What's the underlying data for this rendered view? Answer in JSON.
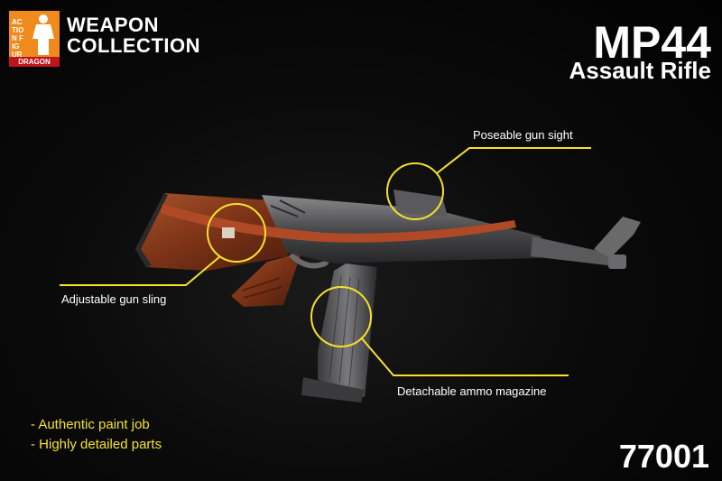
{
  "brand": {
    "badge_text": "ACTION FIGURE",
    "badge_sub": "DRAGON",
    "series_line1": "WEAPON",
    "series_line2": "COLLECTION"
  },
  "product": {
    "name": "MP44",
    "subtitle": "Assault Rifle",
    "code": "77001"
  },
  "callouts": {
    "gun_sight": "Poseable gun sight",
    "gun_sling": "Adjustable gun sling",
    "magazine": "Detachable ammo magazine"
  },
  "features": [
    "- Authentic paint job",
    "- Highly detailed parts"
  ],
  "colors": {
    "callout_yellow": "#f5e22a",
    "stock_wood": "#8a3a1a",
    "metal": "#4a4a4c",
    "background": "#050505"
  }
}
